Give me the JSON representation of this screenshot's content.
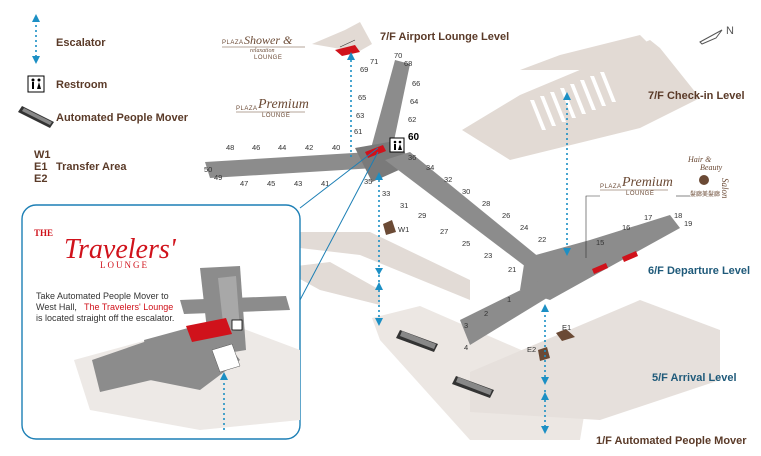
{
  "legend": {
    "escalator": "Escalator",
    "restroom": "Restroom",
    "apm": "Automated People Mover",
    "transfer_codes": [
      "W1",
      "E1",
      "E2"
    ],
    "transfer_label": "Transfer Area"
  },
  "levels": {
    "airport_lounge": "7/F Airport Lounge Level",
    "checkin": "7/F Check-in Level",
    "departure": "6/F Departure Level",
    "arrival": "5/F Arrival Level",
    "apm": "1/F Automated People Mover"
  },
  "compass": "N",
  "lounges": {
    "plaza": "PLAZA",
    "shower_name": "Shower &",
    "shower_sub": "relaxation",
    "lounge": "LOUNGE",
    "premium": "Premium",
    "salon_hair": "Hair &",
    "salon_beauty": "Beauty",
    "salon_name": "Salon",
    "salon_chinese": "髮廊美髮廊"
  },
  "transfer_markers": {
    "w1": "W1",
    "e1": "E1",
    "e2": "E2"
  },
  "gates": {
    "g60": "60",
    "west": [
      "48",
      "46",
      "44",
      "42",
      "40",
      "50",
      "49",
      "47",
      "45",
      "43",
      "41"
    ],
    "north": [
      "70",
      "71",
      "68",
      "69",
      "66",
      "65",
      "64",
      "63",
      "62",
      "61"
    ],
    "south_a": [
      "36",
      "34",
      "32",
      "30",
      "28",
      "26",
      "24",
      "22"
    ],
    "south_b": [
      "35",
      "33",
      "31",
      "29",
      "27",
      "25",
      "23",
      "21"
    ],
    "east": [
      "17",
      "18",
      "16",
      "19",
      "15"
    ],
    "near": [
      "1",
      "2",
      "3",
      "4"
    ]
  },
  "inset": {
    "title_the": "THE",
    "title_travelers": "Travelers'",
    "title_lounge": "LOUNGE",
    "text_line1": "Take Automated People Mover to",
    "text_line2": "West Hall,",
    "text_highlight": "The Travelers' Lounge",
    "text_line3": "is located straight off the escalator."
  },
  "colors": {
    "terminal": "#8c8c8c",
    "terminal_dark": "#7a7a7a",
    "lower": "#e6e0dc",
    "lower_edge": "#d8cec8",
    "brown": "#6b4a35",
    "lounge_red": "#d0121b",
    "escalator_blue": "#1c8fc4",
    "inset_border": "#1c7fb5"
  }
}
